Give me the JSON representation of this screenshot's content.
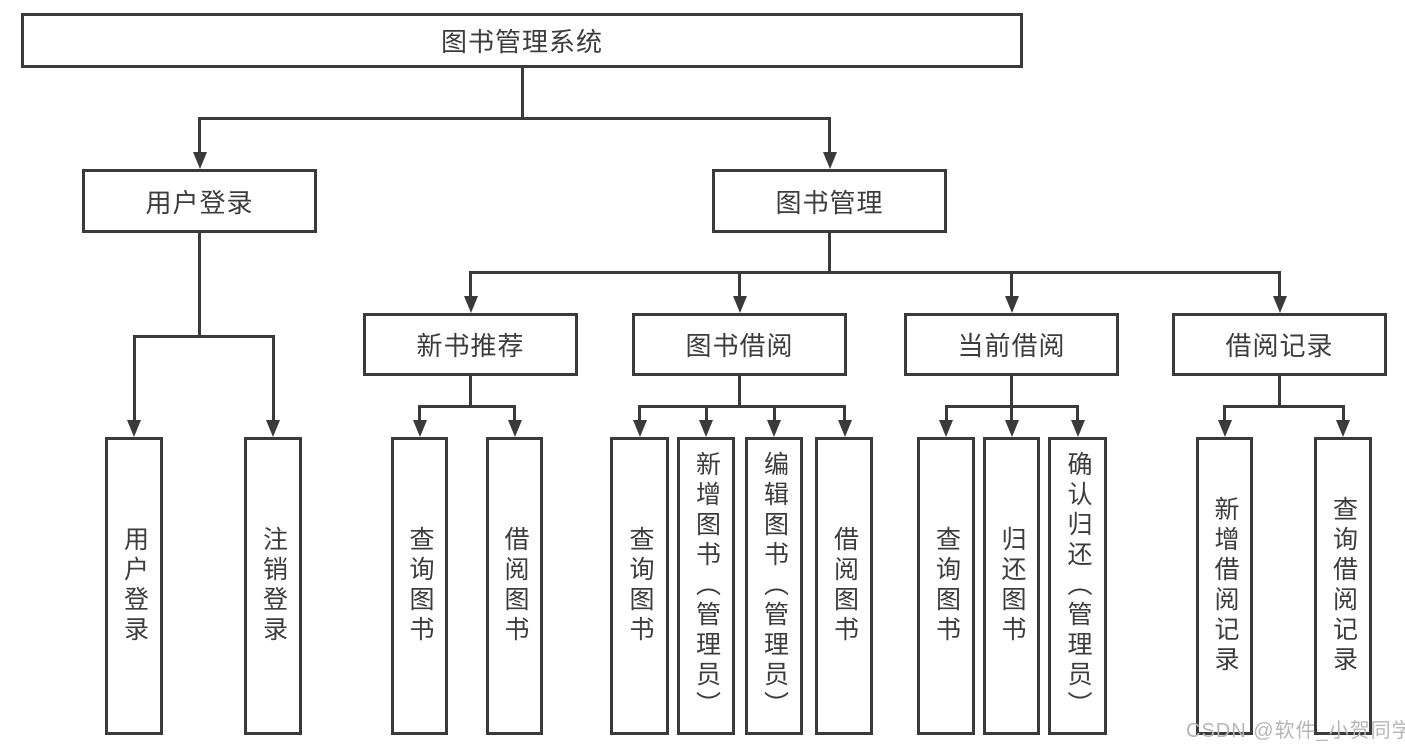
{
  "diagram": {
    "type": "hierarchy-tree",
    "title": "图书管理系统",
    "colors": {
      "line": "#3a3a3a",
      "text": "#3c3c3c",
      "background": "#ffffff",
      "watermark_text_color": "#b6b6b6"
    },
    "nodes": {
      "root": {
        "label": "图书管理系统",
        "level": 1
      },
      "userLogin": {
        "label": "用户登录",
        "level": 2
      },
      "bookMgmt": {
        "label": "图书管理",
        "level": 2
      },
      "newBookRec": {
        "label": "新书推荐",
        "level": 3
      },
      "bookBorrow": {
        "label": "图书借阅",
        "level": 3
      },
      "currentBorrow": {
        "label": "当前借阅",
        "level": 3
      },
      "borrowRecord": {
        "label": "借阅记录",
        "level": 3
      },
      "loginLeaf": {
        "label": "用户登录",
        "level": 4
      },
      "logoutLeaf": {
        "label": "注销登录",
        "level": 4
      },
      "queryBook1": {
        "label": "查询图书",
        "level": 4
      },
      "borrowBook1": {
        "label": "借阅图书",
        "level": 4
      },
      "queryBook2": {
        "label": "查询图书",
        "level": 4
      },
      "addBook": {
        "label": "新增图书（管理员）",
        "level": 4
      },
      "editBook": {
        "label": "编辑图书（管理员）",
        "level": 4
      },
      "borrowBook2": {
        "label": "借阅图书",
        "level": 4
      },
      "queryBook3": {
        "label": "查询图书",
        "level": 4
      },
      "returnBook": {
        "label": "归还图书",
        "level": 4
      },
      "confirmReturn": {
        "label": "确认归还（管理员）",
        "level": 4
      },
      "addBorrowRec": {
        "label": "新增借阅记录",
        "level": 4
      },
      "queryBorrowRec": {
        "label": "查询借阅记录",
        "level": 4
      }
    },
    "edges": [
      [
        "root",
        "userLogin"
      ],
      [
        "root",
        "bookMgmt"
      ],
      [
        "userLogin",
        "loginLeaf"
      ],
      [
        "userLogin",
        "logoutLeaf"
      ],
      [
        "bookMgmt",
        "newBookRec"
      ],
      [
        "bookMgmt",
        "bookBorrow"
      ],
      [
        "bookMgmt",
        "currentBorrow"
      ],
      [
        "bookMgmt",
        "borrowRecord"
      ],
      [
        "newBookRec",
        "queryBook1"
      ],
      [
        "newBookRec",
        "borrowBook1"
      ],
      [
        "bookBorrow",
        "queryBook2"
      ],
      [
        "bookBorrow",
        "addBook"
      ],
      [
        "bookBorrow",
        "editBook"
      ],
      [
        "bookBorrow",
        "borrowBook2"
      ],
      [
        "currentBorrow",
        "queryBook3"
      ],
      [
        "currentBorrow",
        "returnBook"
      ],
      [
        "currentBorrow",
        "confirmReturn"
      ],
      [
        "borrowRecord",
        "addBorrowRec"
      ],
      [
        "borrowRecord",
        "queryBorrowRec"
      ]
    ],
    "watermark": {
      "text": "CSDN @软件_小贺同学"
    }
  }
}
